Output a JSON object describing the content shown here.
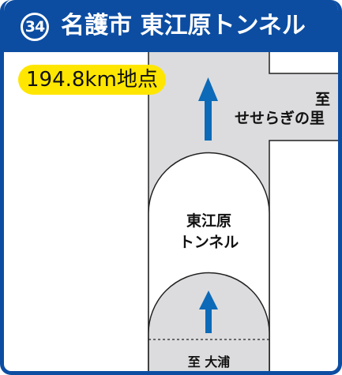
{
  "header": {
    "route_number": "34",
    "title": "名護市 東江原トンネル"
  },
  "location": {
    "distance_label": "194.8km地点"
  },
  "map": {
    "tunnel_label_line1": "東江原",
    "tunnel_label_line2": "トンネル",
    "direction_right_line1": "至",
    "direction_right_line2": "せせらぎの里",
    "direction_bottom": "至 大浦"
  },
  "colors": {
    "header_blue": "#0c4da2",
    "badge_yellow": "#ffe600",
    "road_gray": "#dcdcde",
    "arrow_blue": "#0c6ab8"
  }
}
